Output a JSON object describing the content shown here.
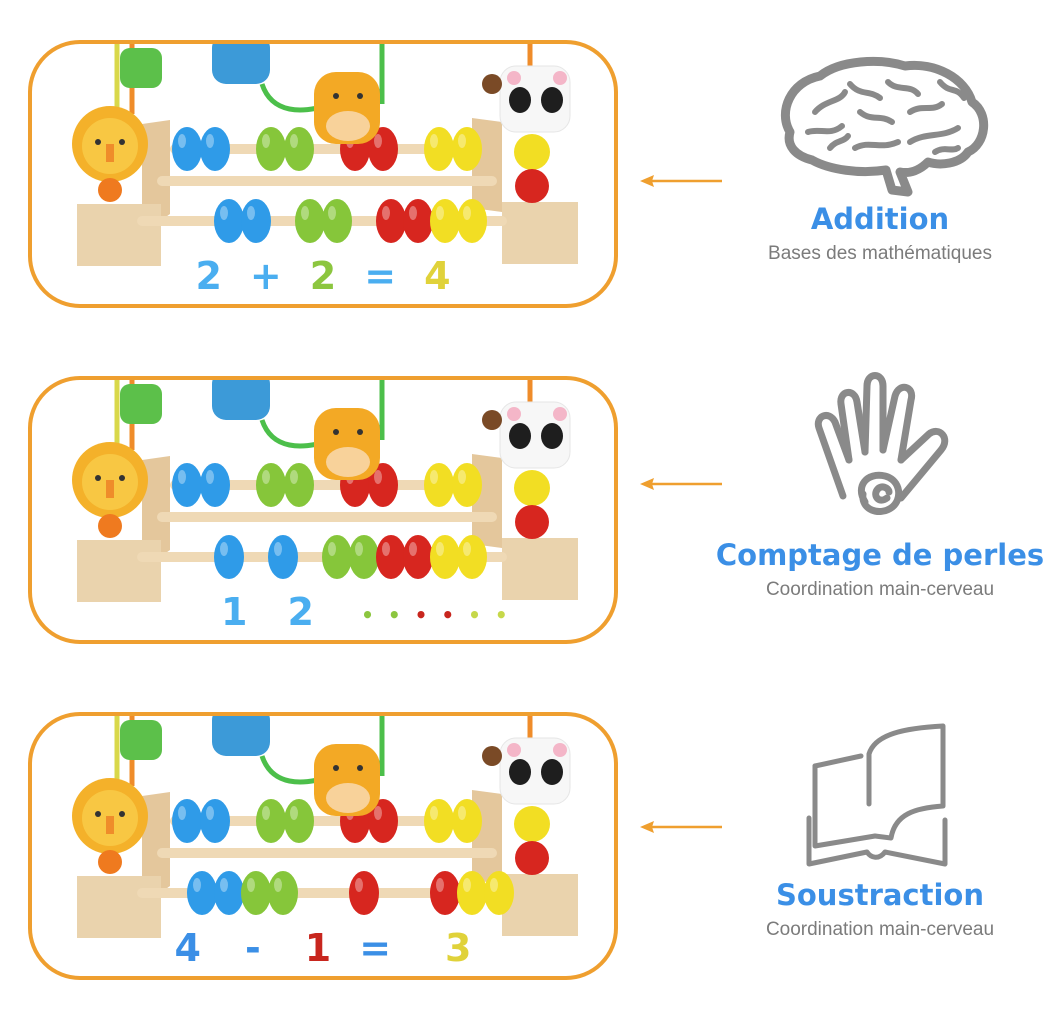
{
  "colors": {
    "frame_border": "#ef9f2f",
    "arrow": "#ef9f2f",
    "title_blue": "#3b8fe6",
    "subtitle_gray": "#7b7b7b",
    "icon_gray": "#8a8a8a",
    "bead_blue": "#2f9be8",
    "bead_green": "#86c63a",
    "bead_red": "#d7261f",
    "bead_yellow": "#f2de23",
    "wood": "#e9cfa8"
  },
  "panels": [
    {
      "name": "addition-abacus",
      "equation": [
        {
          "text": "2",
          "color": "#4aaef0"
        },
        {
          "text": "+",
          "color": "#4aaef0"
        },
        {
          "text": "2",
          "color": "#8cc63f"
        },
        {
          "text": "=",
          "color": "#4aaef0"
        },
        {
          "text": "4",
          "color": "#e0d23a"
        }
      ]
    },
    {
      "name": "counting-abacus",
      "equation": [
        {
          "text": "1",
          "color": "#4aaef0"
        },
        {
          "text": "2",
          "color": "#4aaef0"
        },
        {
          "text": "· · · · · ·",
          "color": "#8cc63f"
        }
      ]
    },
    {
      "name": "subtraction-abacus",
      "equation": [
        {
          "text": "4",
          "color": "#3b8fe6"
        },
        {
          "text": "-",
          "color": "#3b8fe6"
        },
        {
          "text": "1",
          "color": "#c8261e"
        },
        {
          "text": "=",
          "color": "#3b8fe6"
        },
        {
          "text": "3",
          "color": "#e0d23a"
        }
      ]
    }
  ],
  "features": [
    {
      "icon": "brain-icon",
      "title": "Addition",
      "subtitle": "Bases des mathématiques"
    },
    {
      "icon": "hand-icon",
      "title": "Comptage de perles",
      "subtitle": "Coordination main-cerveau"
    },
    {
      "icon": "book-icon",
      "title": "Soustraction",
      "subtitle": "Coordination main-cerveau"
    }
  ],
  "bead_rows": [
    {
      "top": [
        "blue",
        "blue",
        "gap",
        "green",
        "green",
        "gap",
        "red",
        "red",
        "gap",
        "yellow",
        "yellow"
      ],
      "bottom": [
        "gap",
        "blue",
        "blue",
        "gap",
        "green",
        "green",
        "gap",
        "red",
        "red",
        "yellow",
        "yellow"
      ]
    },
    {
      "top": [
        "blue",
        "blue",
        "gap",
        "green",
        "green",
        "gap",
        "red",
        "red",
        "gap",
        "yellow",
        "yellow"
      ],
      "bottom": [
        "gap",
        "blue",
        "gap",
        "blue",
        "gap",
        "green",
        "green",
        "red",
        "red",
        "yellow",
        "yellow"
      ]
    },
    {
      "top": [
        "blue",
        "blue",
        "gap",
        "green",
        "green",
        "gap",
        "red",
        "red",
        "gap",
        "yellow",
        "yellow"
      ],
      "bottom": [
        "blue",
        "blue",
        "green",
        "green",
        "gap",
        "gap",
        "red",
        "gap",
        "gap",
        "red",
        "yellow",
        "yellow"
      ]
    }
  ]
}
